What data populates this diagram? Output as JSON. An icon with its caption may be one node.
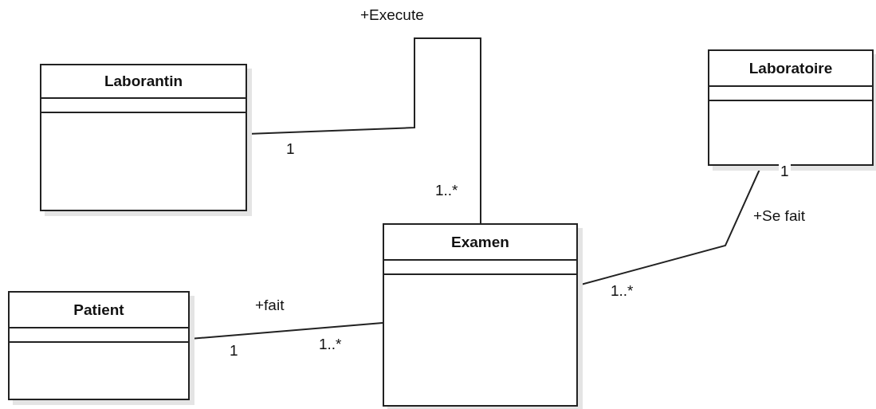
{
  "diagram": {
    "nodes": [
      {
        "text": [
          "Laborantin"
        ]
      },
      {
        "text": [
          "Laboratoire"
        ]
      },
      {
        "text": [
          "Examen"
        ]
      },
      {
        "text": [
          "Patient"
        ]
      }
    ],
    "edges": [
      {
        "from": 0,
        "to": 2,
        "arrow": "none",
        "label": "+Execute"
      },
      {
        "from": 1,
        "to": 2,
        "arrow": "none",
        "label": "+Se fait"
      },
      {
        "from": 3,
        "to": 2,
        "arrow": "none",
        "label": "+fait"
      }
    ],
    "labels": [
      "1",
      "1",
      "1..*",
      "1..*",
      "1..*",
      "1"
    ]
  }
}
